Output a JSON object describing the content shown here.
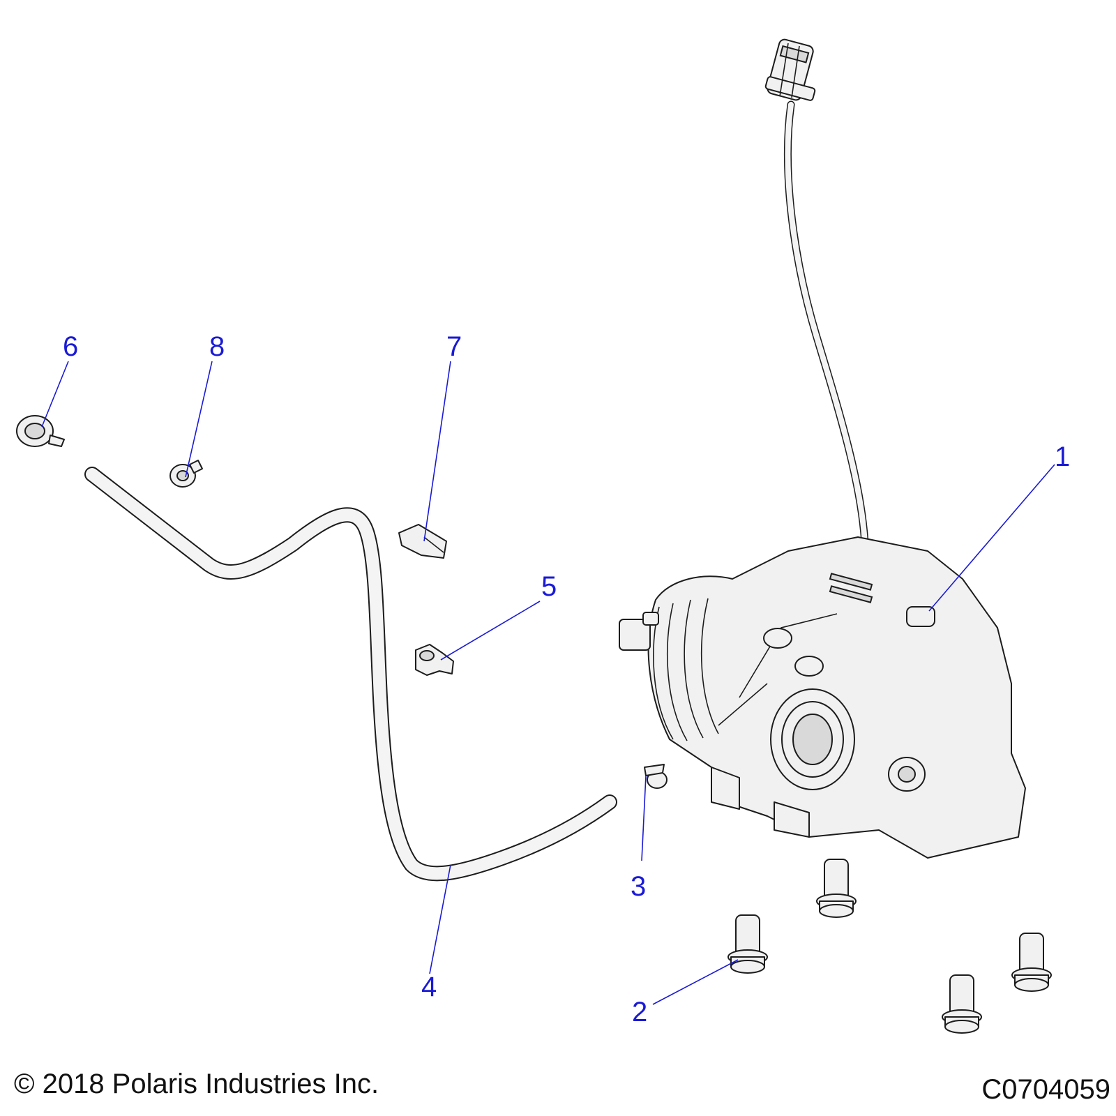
{
  "callouts": [
    {
      "id": "1",
      "text": "1"
    },
    {
      "id": "2",
      "text": "2"
    },
    {
      "id": "3",
      "text": "3"
    },
    {
      "id": "4",
      "text": "4"
    },
    {
      "id": "5",
      "text": "5"
    },
    {
      "id": "6",
      "text": "6"
    },
    {
      "id": "7",
      "text": "7"
    },
    {
      "id": "8",
      "text": "8"
    }
  ],
  "footer": {
    "copyright": "© 2018 Polaris Industries Inc.",
    "figure_code": "C0704059"
  },
  "colors": {
    "callout": "#1a1ad6",
    "line_art": "#1c1c1c",
    "part_fill": "#f1f1f1"
  }
}
